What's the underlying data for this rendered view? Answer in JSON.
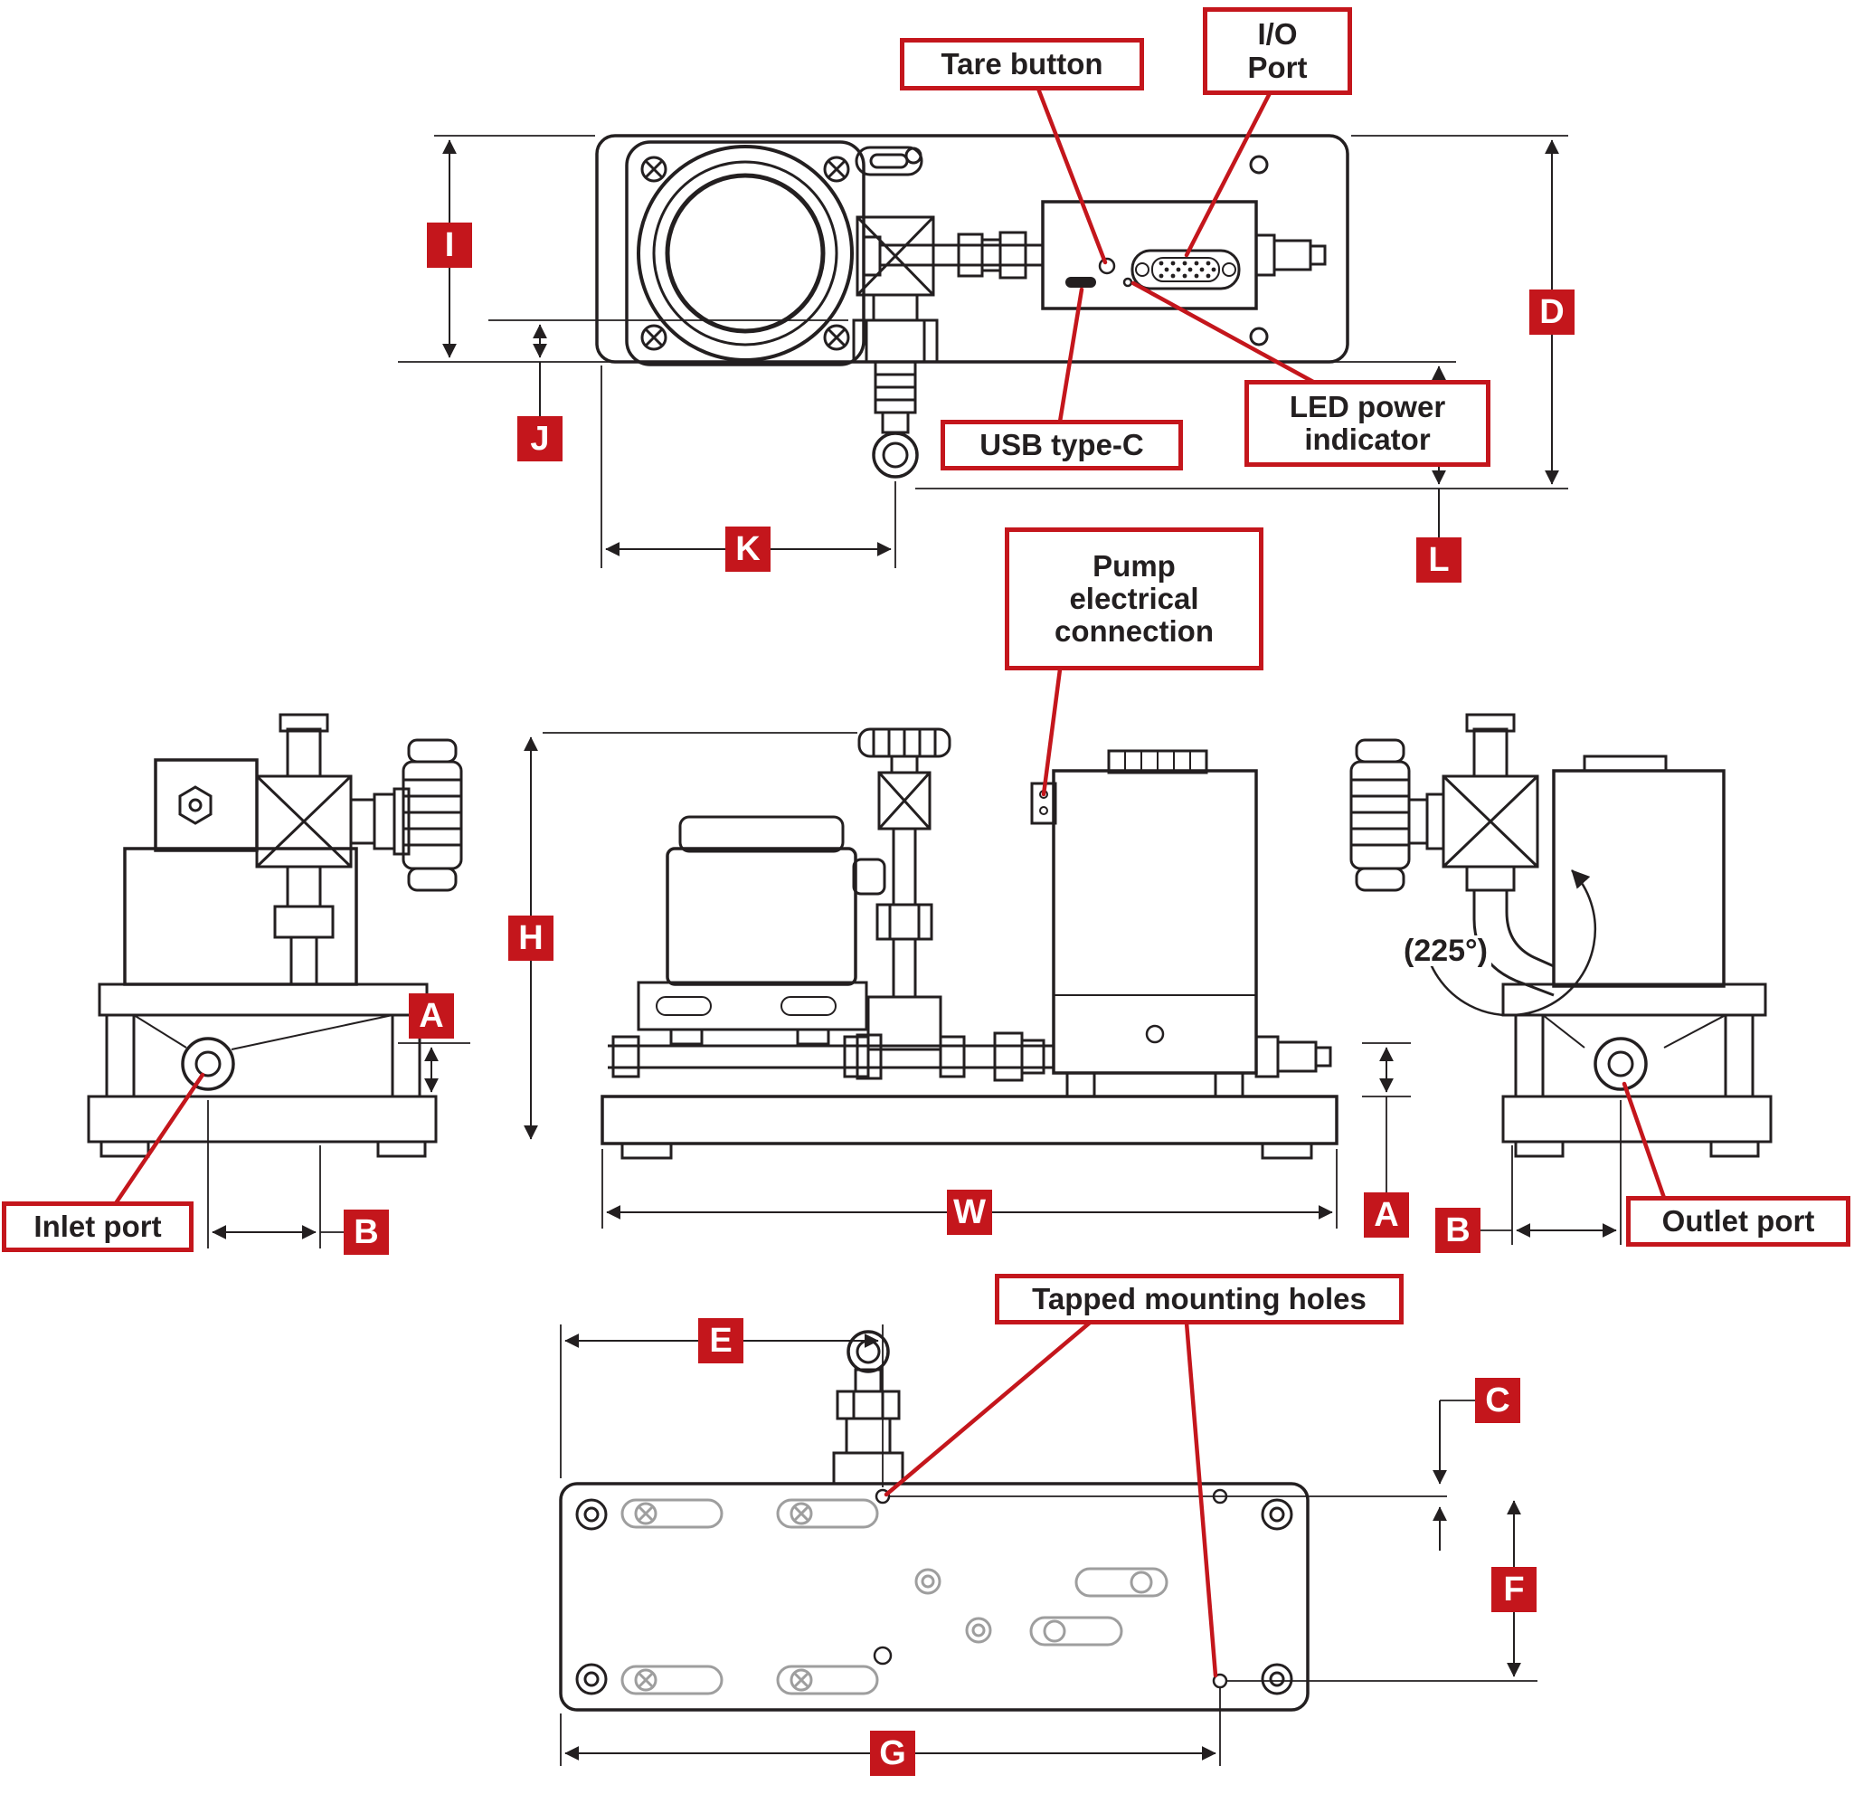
{
  "colors": {
    "accent_red": "#c4161c",
    "line_black": "#231f20",
    "detail_gray": "#9e9e9e",
    "background": "#ffffff"
  },
  "callouts": {
    "tare_button": "Tare button",
    "io_port": "I/O\nPort",
    "usb_type_c": "USB type-C",
    "led_power_indicator": "LED power\nindicator",
    "pump_electrical_connection": "Pump\nelectrical\nconnection",
    "inlet_port": "Inlet port",
    "outlet_port": "Outlet port",
    "tapped_mounting_holes": "Tapped mounting holes"
  },
  "annotations": {
    "valve_rotation_angle": "(225°)"
  },
  "dimension_labels": {
    "A": "A",
    "B": "B",
    "C": "C",
    "D": "D",
    "E": "E",
    "F": "F",
    "G": "G",
    "H": "H",
    "I": "I",
    "J": "J",
    "K": "K",
    "L": "L",
    "W": "W"
  }
}
